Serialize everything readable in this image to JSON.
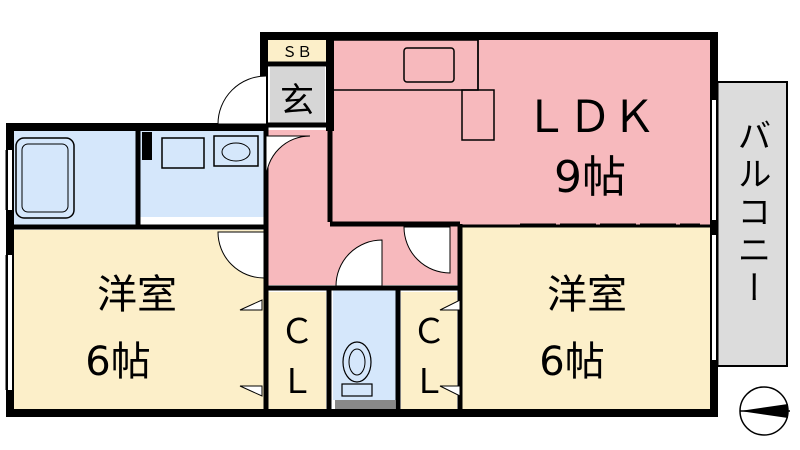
{
  "colors": {
    "wall": "#000000",
    "ldk": "#f7b9bd",
    "corridor": "#f7b9bd",
    "western": "#fcefc9",
    "wet": "#d5e7fb",
    "balcony": "#dcdcdc",
    "storage": "#fcefc9",
    "genkan": "#d6d6d6"
  },
  "rooms": {
    "ldk": {
      "name": "ＬＤＫ",
      "size": "9帖"
    },
    "western_left": {
      "name": "洋室",
      "size": "6帖"
    },
    "western_right": {
      "name": "洋室",
      "size": "6帖"
    },
    "genkan": {
      "name": "玄"
    },
    "shoe_box": {
      "name": "ＳＢ"
    },
    "closet_left": {
      "top": "Ｃ",
      "bottom": "Ｌ"
    },
    "closet_right": {
      "top": "Ｃ",
      "bottom": "Ｌ"
    },
    "balcony": {
      "name": "バルコニー"
    }
  },
  "icons": [
    "bathtub-icon",
    "washbasin-icon",
    "washing-machine-icon",
    "toilet-icon",
    "kitchen-sink-icon",
    "refrigerator-icon",
    "north-arrow-icon"
  ]
}
